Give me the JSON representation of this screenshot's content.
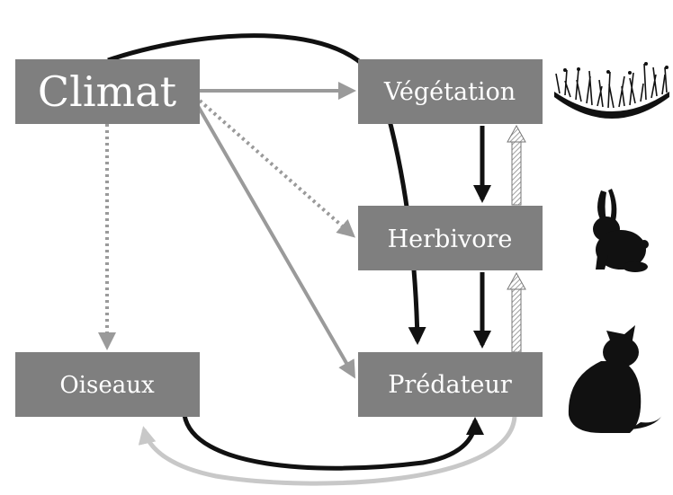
{
  "nodes": {
    "climat": "Climat",
    "vegetation": "Végétation",
    "herbivore": "Herbivore",
    "predateur": "Prédateur",
    "oiseaux": "Oiseaux"
  },
  "icons": {
    "vegetation": "grass-icon",
    "herbivore": "rabbit-icon",
    "predateur": "cat-icon"
  },
  "colors": {
    "box": "#7f7f7f",
    "text": "#ffffff",
    "arrow_black": "#111111",
    "arrow_gray": "#9a9a9a",
    "arrow_light": "#c8c8c8",
    "silhouette": "#111111"
  }
}
